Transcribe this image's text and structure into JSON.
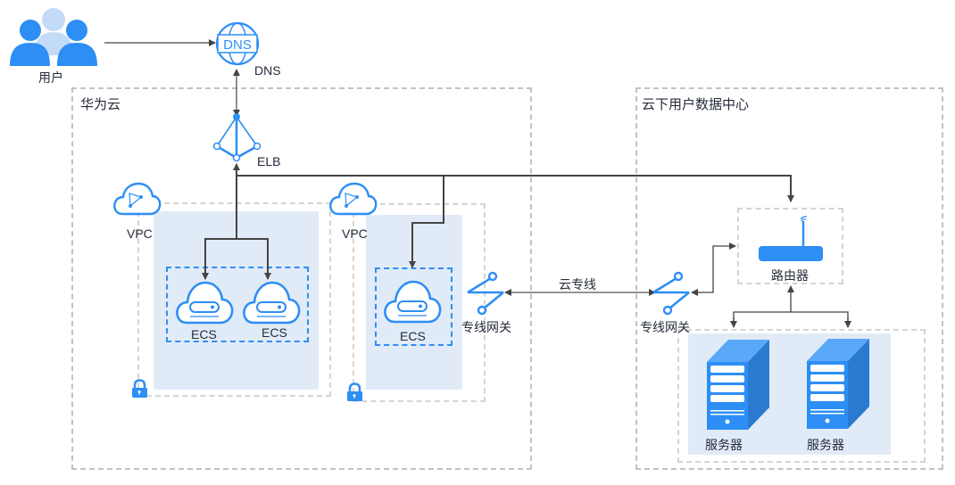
{
  "diagram": {
    "type": "cloud-architecture",
    "nodes": {
      "user": {
        "label": "用户",
        "icon": "users-icon"
      },
      "dns": {
        "label": "DNS",
        "icon": "dns-globe-icon",
        "icon_text": "DNS"
      },
      "elb": {
        "label": "ELB",
        "icon": "load-balancer-icon"
      },
      "vpc1": {
        "label": "VPC",
        "icon": "vpc-cloud-icon"
      },
      "vpc2": {
        "label": "VPC",
        "icon": "vpc-cloud-icon"
      },
      "ecs1": {
        "label": "ECS",
        "icon": "ecs-cloud-server-icon"
      },
      "ecs2": {
        "label": "ECS",
        "icon": "ecs-cloud-server-icon"
      },
      "ecs3": {
        "label": "ECS",
        "icon": "ecs-cloud-server-icon"
      },
      "dc_gateway_cloud": {
        "label": "专线网关",
        "icon": "direct-connect-gateway-icon"
      },
      "dc_gateway_onprem": {
        "label": "专线网关",
        "icon": "direct-connect-gateway-icon"
      },
      "router": {
        "label": "路由器",
        "icon": "router-icon"
      },
      "server1": {
        "label": "服务器",
        "icon": "server-icon"
      },
      "server2": {
        "label": "服务器",
        "icon": "server-icon"
      }
    },
    "regions": {
      "huawei_cloud": {
        "label": "华为云"
      },
      "onprem_dc": {
        "label": "云下用户数据中心"
      }
    },
    "links": {
      "direct_connect": {
        "label": "云专线"
      }
    },
    "edges": [
      {
        "from": "user",
        "to": "dns"
      },
      {
        "from": "dns",
        "to": "elb",
        "bidirectional": true
      },
      {
        "from": "elb",
        "to": "ecs1"
      },
      {
        "from": "elb",
        "to": "ecs2"
      },
      {
        "from": "elb",
        "to": "ecs3"
      },
      {
        "from": "elb",
        "to": "router"
      },
      {
        "from": "dc_gateway_cloud",
        "to": "dc_gateway_onprem",
        "bidirectional": true,
        "label": "云专线"
      },
      {
        "from": "dc_gateway_onprem",
        "to": "router",
        "bidirectional": true
      },
      {
        "from": "router",
        "to": "server1"
      },
      {
        "from": "router",
        "to": "server2"
      }
    ],
    "colors": {
      "primary_blue": "#2d8ef5",
      "light_blue": "#b9d6f7",
      "subnet_fill": "#e1ebf7",
      "server_side": "#2a7bd0",
      "server_top": "#5aa8f8",
      "line": "#444444",
      "dashed_border": "#c2c2c2"
    }
  }
}
